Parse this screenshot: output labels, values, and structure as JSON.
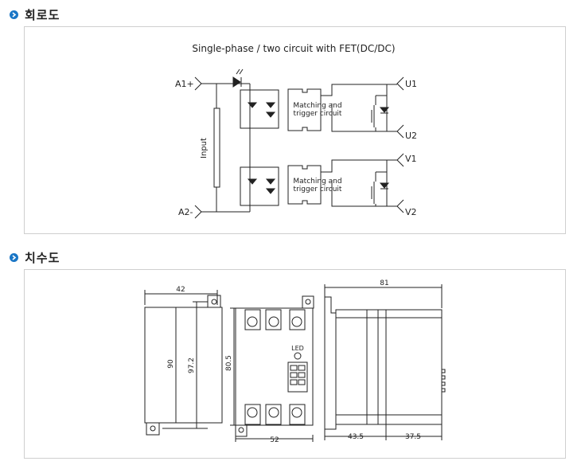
{
  "sections": [
    {
      "title": "회로도"
    },
    {
      "title": "치수도"
    }
  ],
  "circuit": {
    "title": "Single-phase / two circuit  with FET(DC/DC)",
    "input_label": "Input",
    "terminals": {
      "a1": "A1+",
      "a2": "A2-",
      "u1": "U1",
      "u2": "U2",
      "v1": "V1",
      "v2": "V2"
    },
    "blocks": [
      {
        "line1": "Matching and",
        "line2": "trigger circuit"
      },
      {
        "line1": "Matching and",
        "line2": "trigger circuit"
      }
    ]
  },
  "dimensions": {
    "side": {
      "width": "42",
      "height_inner": "90",
      "height_outer": "97.2"
    },
    "front": {
      "height": "80.5",
      "width": "52",
      "led": "LED"
    },
    "profile": {
      "width": "81",
      "left": "43.5",
      "right": "37.5"
    }
  }
}
